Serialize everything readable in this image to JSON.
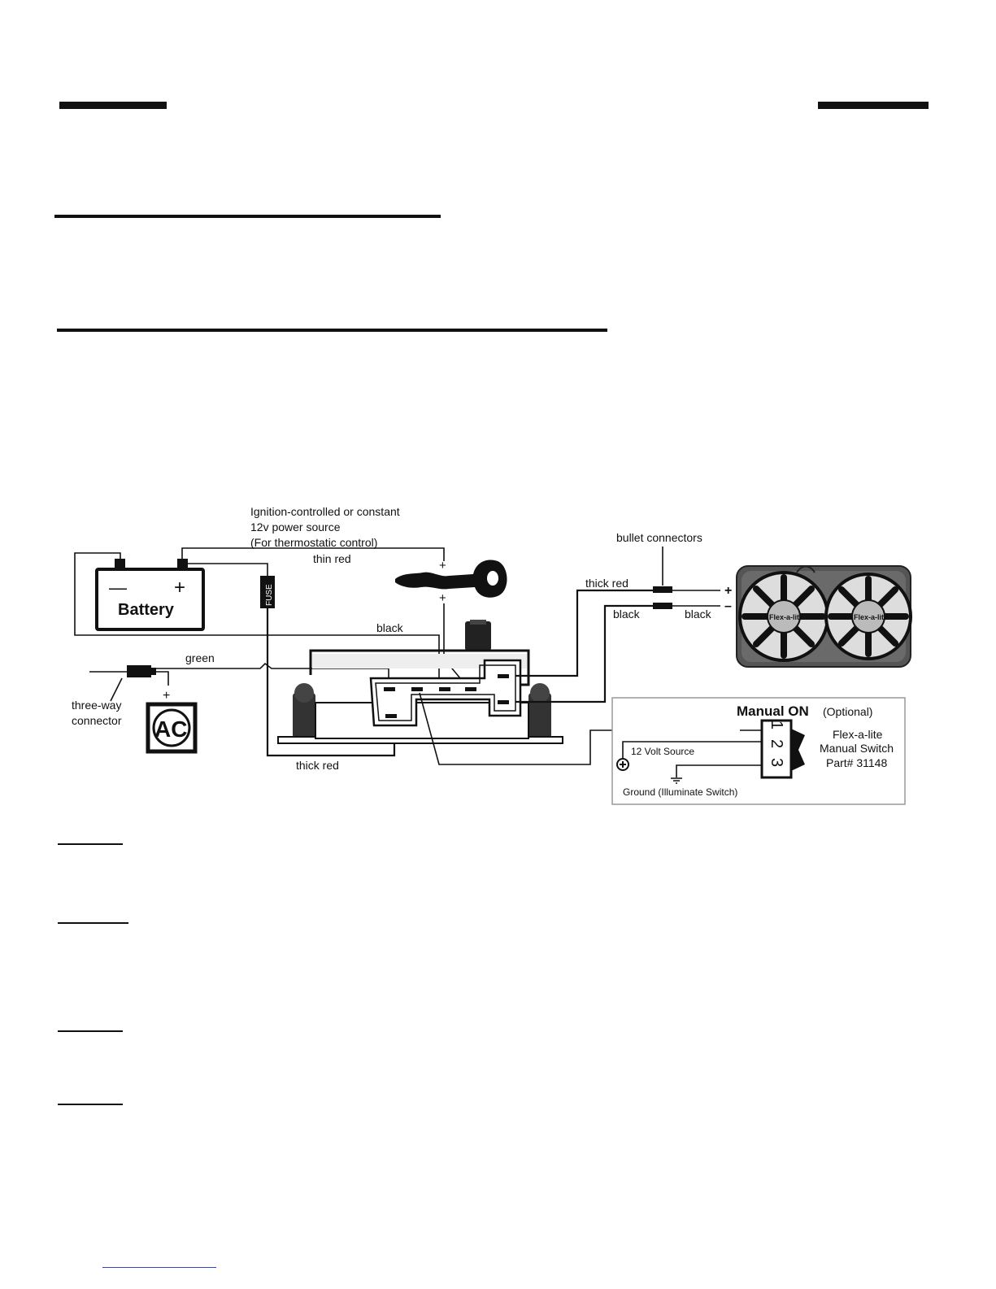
{
  "diagram": {
    "power_label": [
      "Ignition-controlled or constant",
      "12v power source",
      "(For thermostatic control)"
    ],
    "thin_red": "thin red",
    "black_top": "black",
    "green": "green",
    "thick_red_bottom": "thick red",
    "thick_red_fan": "thick red",
    "black_left": "black",
    "black_right": "black",
    "bullet_connectors": "bullet connectors",
    "battery": "Battery",
    "battery_minus": "—",
    "battery_plus": "+",
    "fuse": "FUSE",
    "three_way": [
      "three-way",
      "connector"
    ],
    "ac": "AC",
    "plus": "+",
    "minus": "–",
    "fan_logo": "Flex-a-lite",
    "manual_on": "Manual ON",
    "optional": "(Optional)",
    "switch_desc": [
      "Flex-a-lite",
      "Manual Switch",
      "Part# 31148"
    ],
    "volt_source": "12 Volt Source",
    "ground": "Ground (Illuminate Switch)",
    "pins": [
      "1",
      "2",
      "3"
    ]
  }
}
